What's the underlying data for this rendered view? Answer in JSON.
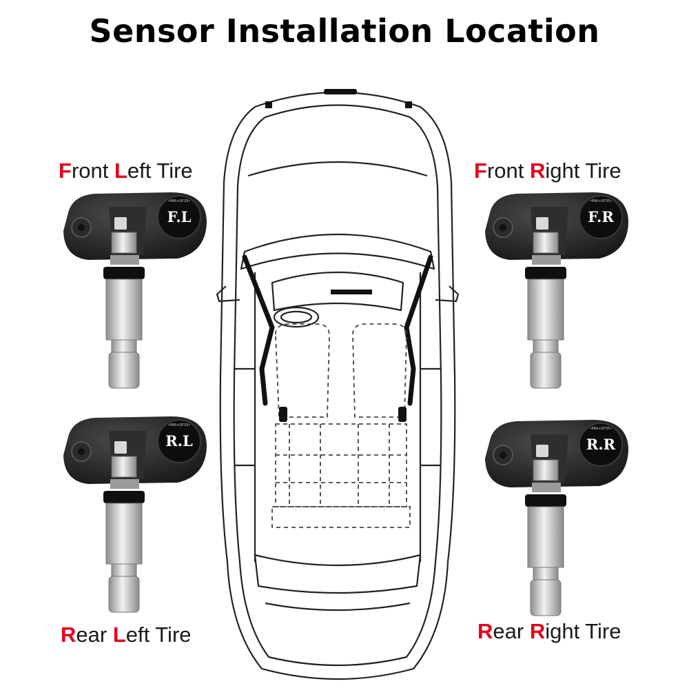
{
  "title": "Sensor Installation Location",
  "accent_color": "#e3001b",
  "tires": [
    {
      "id": "front-left",
      "first_initial": "F",
      "first_rest": "ront ",
      "second_initial": "L",
      "second_rest": "eft Tire",
      "code": "F.L"
    },
    {
      "id": "front-right",
      "first_initial": "F",
      "first_rest": "ront ",
      "second_initial": "R",
      "second_rest": "ight Tire",
      "code": "F.R"
    },
    {
      "id": "rear-left",
      "first_initial": "R",
      "first_rest": "ear ",
      "second_initial": "L",
      "second_rest": "eft Tire",
      "code": "R.L"
    },
    {
      "id": "rear-right",
      "first_initial": "R",
      "first_rest": "ear ",
      "second_initial": "R",
      "second_rest": "ight Tire",
      "code": "R.R"
    }
  ],
  "sensor_micro_text": "•PA6+GF35•"
}
